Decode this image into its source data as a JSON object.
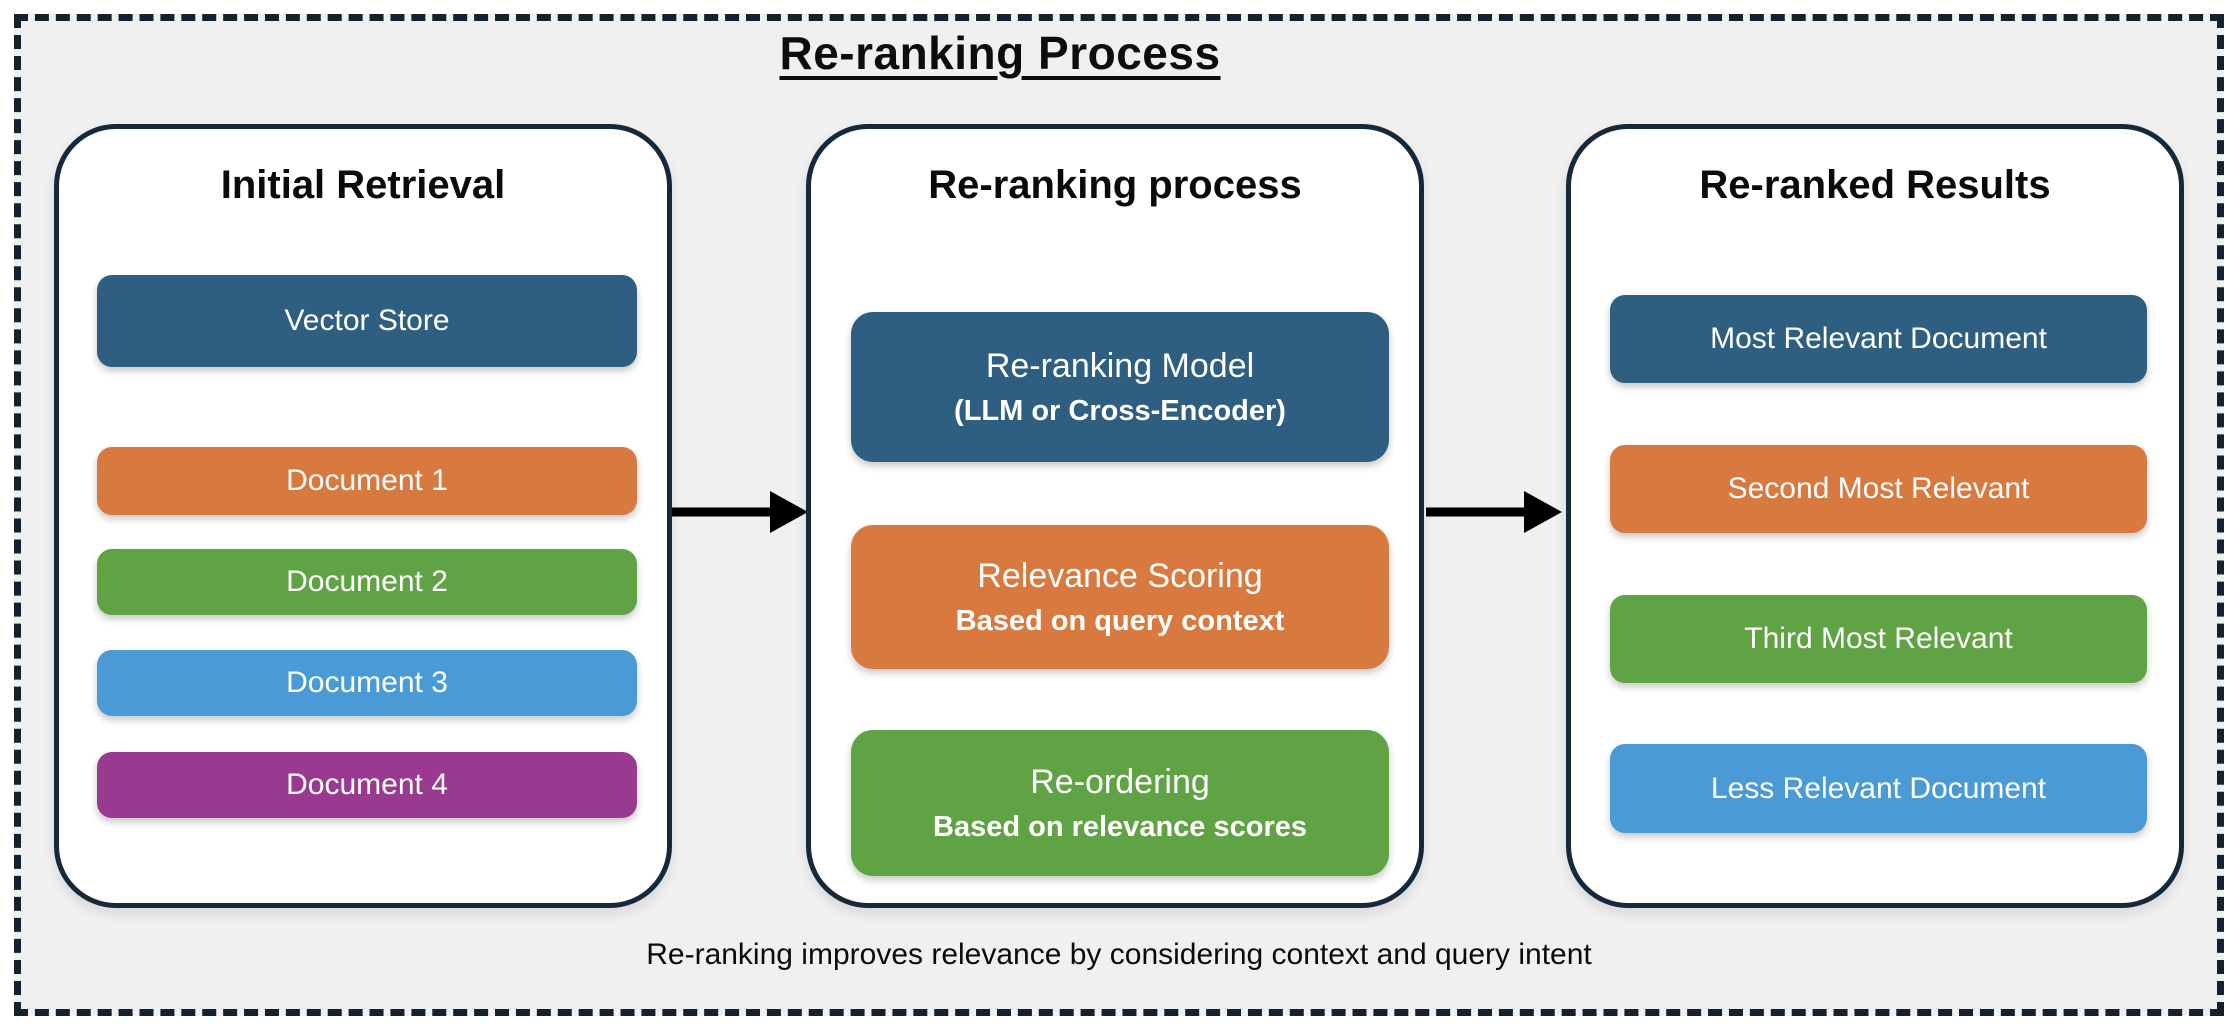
{
  "title": "Re-ranking Process",
  "caption": "Re-ranking improves relevance by considering context and query intent",
  "colors": {
    "steel_blue": "#2E5F80",
    "orange": "#D8793F",
    "green": "#5FA344",
    "light_blue": "#4A9BD5",
    "purple": "#993A90",
    "ink": "#0D0D0D",
    "panel_border": "#16293A",
    "frame_dash": "#14222F",
    "canvas_bg": "#F0F0F0",
    "panel_bg": "#FFFFFF",
    "arrow": "#000000",
    "box_text": "#FFFFFF"
  },
  "panels": [
    {
      "title": "Initial Retrieval",
      "boxes": [
        {
          "label": "Vector Store",
          "color": "#2E5F80"
        },
        {
          "label": "Document 1",
          "color": "#D8793F"
        },
        {
          "label": "Document 2",
          "color": "#5FA344"
        },
        {
          "label": "Document 3",
          "color": "#4A9BD5"
        },
        {
          "label": "Document 4",
          "color": "#993A90"
        }
      ]
    },
    {
      "title": "Re-ranking process",
      "boxes": [
        {
          "label": "Re-ranking Model",
          "sublabel": "(LLM or Cross-Encoder)",
          "color": "#2E5F80"
        },
        {
          "label": "Relevance Scoring",
          "sublabel": "Based on query context",
          "color": "#D8793F"
        },
        {
          "label": "Re-ordering",
          "sublabel": "Based on relevance scores",
          "color": "#5FA344"
        }
      ]
    },
    {
      "title": "Re-ranked Results",
      "boxes": [
        {
          "label": "Most Relevant Document",
          "color": "#2E5F80"
        },
        {
          "label": "Second Most Relevant",
          "color": "#D8793F"
        },
        {
          "label": "Third Most Relevant",
          "color": "#5FA344"
        },
        {
          "label": "Less Relevant Document",
          "color": "#4A9BD5"
        }
      ]
    }
  ],
  "arrows": [
    {
      "name": "flow-arrow-1",
      "direction": "right"
    },
    {
      "name": "flow-arrow-2",
      "direction": "right"
    }
  ]
}
